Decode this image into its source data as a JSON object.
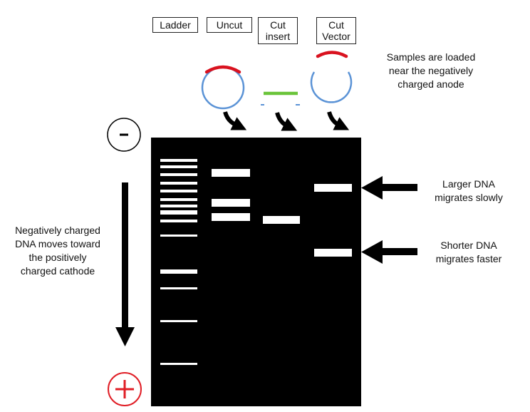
{
  "lane_labels": {
    "ladder": "Ladder",
    "uncut": "Uncut",
    "cut_insert": "Cut\ninsert",
    "cut_vector": "Cut\nVector"
  },
  "notes": {
    "loading": "Samples are loaded\nnear the negatively\ncharged anode",
    "larger": "Larger DNA\nmigrates slowly",
    "shorter": "Shorter DNA\nmigrates faster",
    "migration": "Negatively charged\nDNA moves toward\nthe positively\ncharged cathode"
  },
  "electrodes": {
    "negative": "-",
    "positive": "+"
  },
  "colors": {
    "gel": "#000000",
    "band": "#ffffff",
    "plasmid": "#5b93d6",
    "insert": "#6ac43a",
    "cut_fragment": "#d9121f",
    "positive_electrode": "#e01e26"
  }
}
